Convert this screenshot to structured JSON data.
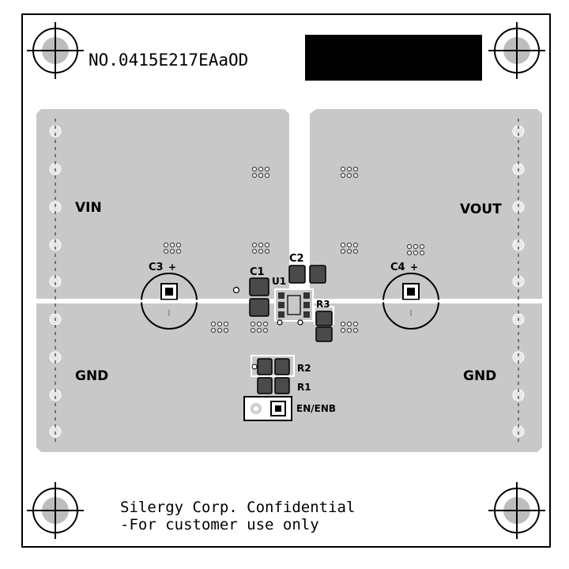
{
  "board": {
    "part_number": "NO.0415E217EAaOD",
    "confidential_line1": "Silergy Corp. Confidential",
    "confidential_line2": "-For customer use only"
  },
  "pads": {
    "vin": "VIN",
    "vout": "VOUT",
    "gnd_left": "GND",
    "gnd_right": "GND"
  },
  "components": {
    "c1": "C1",
    "c2": "C2",
    "c3": "C3",
    "c4": "C4",
    "u1": "U1",
    "r1": "R1",
    "r2": "R2",
    "r3": "R3",
    "en": "EN/ENB",
    "plus": "+"
  },
  "colors": {
    "copper": "#c8c8c8",
    "outline": "#000000",
    "silk": "#ffffff",
    "pad": "#4a4a4a"
  },
  "icons": {
    "mount_hole": "crosshair-mounting-hole-icon"
  }
}
